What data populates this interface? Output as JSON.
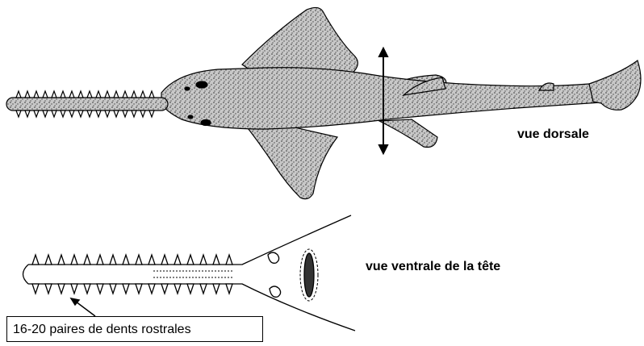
{
  "labels": {
    "dorsal_view": "vue dorsale",
    "ventral_view": "vue ventrale de la tête",
    "callout": "16-20 paires de dents rostrales"
  },
  "colors": {
    "ink": "#000000",
    "body_fill": "#b4b4b4"
  }
}
